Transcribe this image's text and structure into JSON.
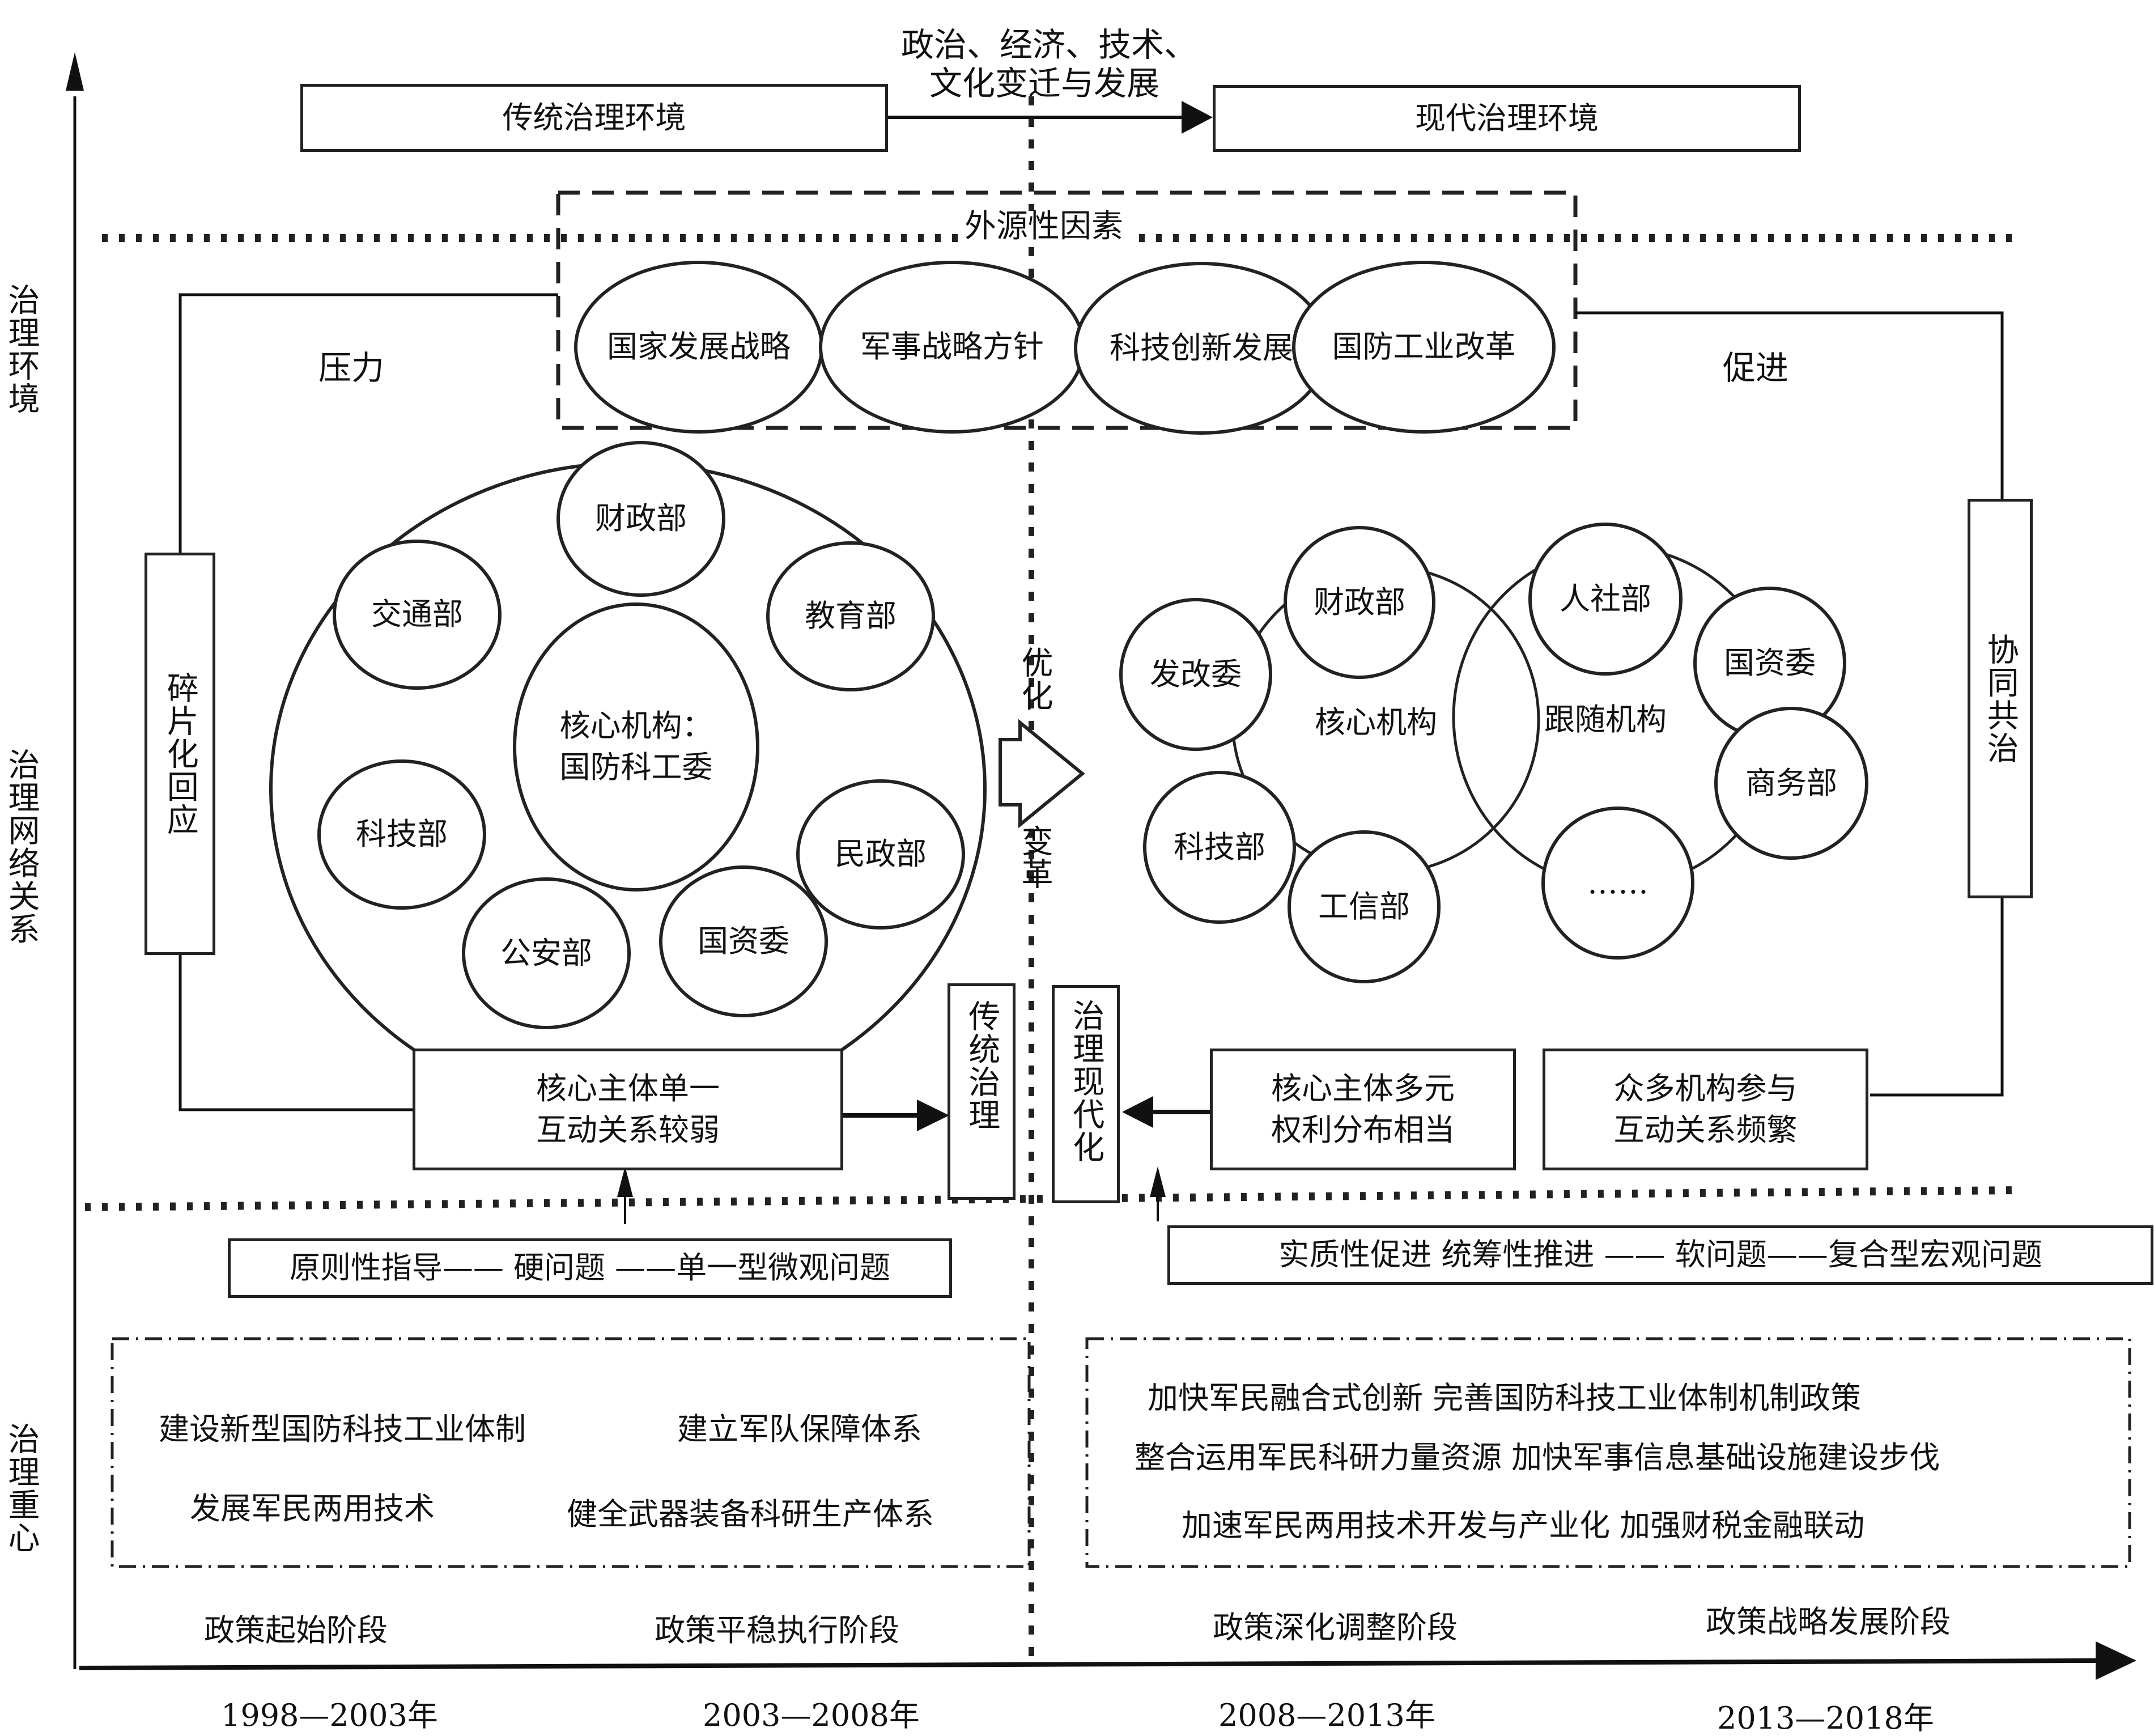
{
  "axes": {
    "y_axis_labels": [
      "治理环境",
      "治理网络关系",
      "治理重心"
    ],
    "x_axis_periods": [
      "1998—2003年",
      "2003—2008年",
      "2008—2013年",
      "2013—2018年"
    ],
    "stages": [
      "政策起始阶段",
      "政策平稳执行阶段",
      "政策深化调整阶段",
      "政策战略发展阶段"
    ]
  },
  "environment": {
    "traditional": "传统治理环境",
    "modern": "现代治理环境",
    "transition_line1": "政治、经济、技术、",
    "transition_line2": "文化变迁与发展"
  },
  "exogenous": {
    "title": "外源性因素",
    "factors": [
      "国家发展战略",
      "军事战略方针",
      "科技创新发展",
      "国防工业改革"
    ],
    "left_label": "压力",
    "right_label": "促进"
  },
  "traditional_network": {
    "core_line1": "核心机构：",
    "core_line2": "国防科工委",
    "members": [
      "财政部",
      "交通部",
      "教育部",
      "科技部",
      "民政部",
      "公安部",
      "国资委"
    ],
    "side_label": "碎片化回应"
  },
  "transition": {
    "top": "优化",
    "bottom": "变革"
  },
  "modern_network": {
    "core_label": "核心机构",
    "follow_label": "跟随机构",
    "core_members": [
      "财政部",
      "发改委",
      "科技部",
      "工信部"
    ],
    "follow_members": [
      "人社部",
      "国资委",
      "商务部",
      "……"
    ],
    "side_label": "协同共治"
  },
  "governance": {
    "traditional_box": "传统治理",
    "modern_box": "治理现代化",
    "traditional_feature_line1": "核心主体单一",
    "traditional_feature_line2": "互动关系较弱",
    "modern_feature_a_line1": "核心主体多元",
    "modern_feature_a_line2": "权利分布相当",
    "modern_feature_b_line1": "众多机构参与",
    "modern_feature_b_line2": "互动关系频繁",
    "traditional_guidance": "原则性指导—— 硬问题 ——单一型微观问题",
    "modern_guidance": "实质性促进  统筹性推进 ——  软问题——复合型宏观问题"
  },
  "focus": {
    "early": [
      "建设新型国防科技工业体制",
      "建立军队保障体系",
      "发展军民两用技术",
      "健全武器装备科研生产体系"
    ],
    "late": [
      "加快军民融合式创新   完善国防科技工业体制机制政策",
      "整合运用军民科研力量资源  加快军事信息基础设施建设步伐",
      "加速军民两用技术开发与产业化 加强财税金融联动"
    ]
  }
}
